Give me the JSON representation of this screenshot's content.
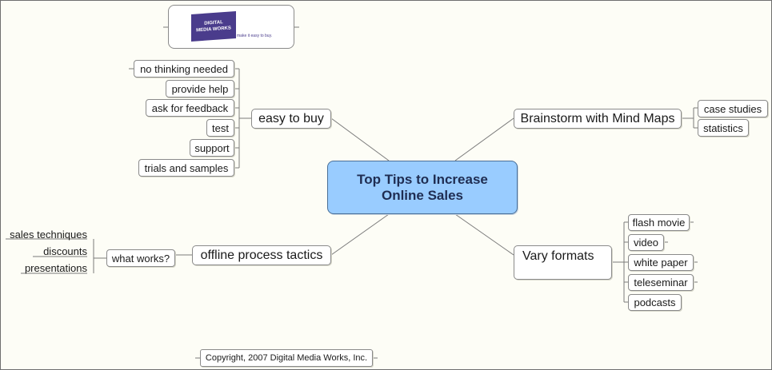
{
  "center": {
    "title_line1": "Top Tips to Increase",
    "title_line2": "Online Sales"
  },
  "logo": {
    "brand_line1": "DIGITAL",
    "brand_line2": "MEDIA WORKS",
    "tagline": "make it easy to buy."
  },
  "easy_to_buy": {
    "label": "easy to buy",
    "children": [
      "no thinking needed",
      "provide help",
      "ask for feedback",
      "test",
      "support",
      "trials and samples"
    ]
  },
  "brainstorm": {
    "label": "Brainstorm with Mind Maps",
    "children": [
      "case studies",
      "statistics"
    ]
  },
  "offline": {
    "label": "offline process tactics",
    "what_works": {
      "label": "what works?",
      "children": [
        "sales techniques",
        "discounts",
        "presentations"
      ]
    }
  },
  "vary_formats": {
    "label": "Vary formats",
    "children": [
      "flash movie",
      "video",
      "white paper",
      "teleseminar",
      "podcasts"
    ]
  },
  "copyright": "Copyright, 2007 Digital Media Works, Inc.",
  "colors": {
    "center_fill": "#99ccff",
    "logo_purple": "#4a3c8c",
    "background": "#fdfdf6"
  }
}
